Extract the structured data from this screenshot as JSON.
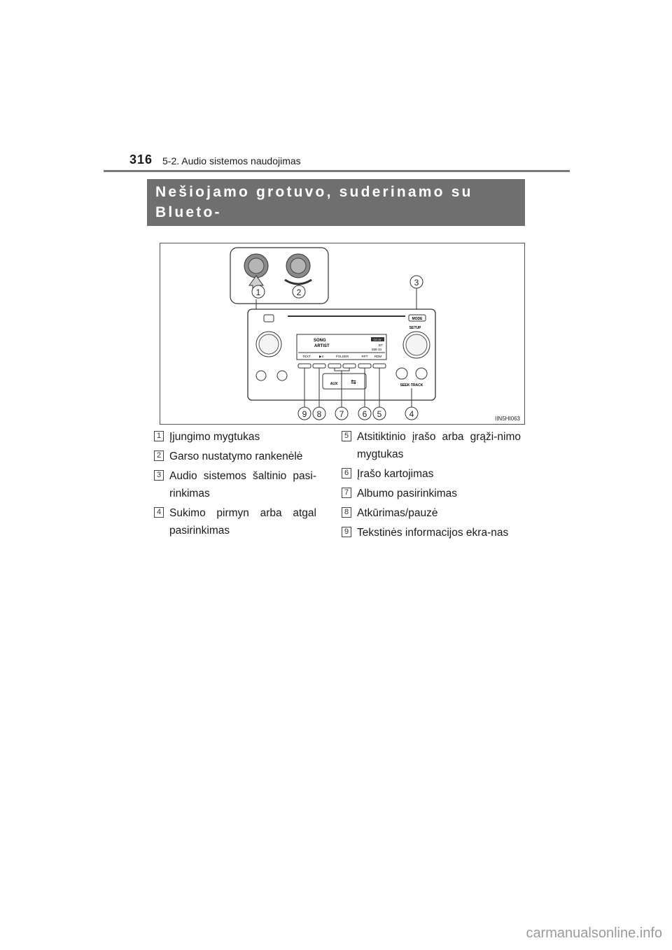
{
  "header": {
    "page_number": "316",
    "section": "5-2. Audio sistemos naudojimas"
  },
  "banner": {
    "title_part1": "Nešiojamo grotuvo, suderinamo su Blueto-",
    "title_part2": "oth",
    "title_sup": "®",
    "title_part3": ", valdymas"
  },
  "figure": {
    "code": "IIN5HI063",
    "callouts": [
      "1",
      "2",
      "3",
      "4",
      "5",
      "6",
      "7",
      "8",
      "9"
    ],
    "labels": {
      "mode": "MODE",
      "setup": "SETUP",
      "aux": "AUX",
      "seek_track": "SEEK·TRACK",
      "song": "SONG",
      "artist": "ARTIST",
      "text": "TEXT",
      "play_pause": "▶II",
      "folder": "FOLDER",
      "rpt": "RPT",
      "rdm": "RDM",
      "time": "558·33",
      "cd_in": "CD IN",
      "bt": "BT"
    }
  },
  "items_left": [
    {
      "num": "1",
      "text": "Įjungimo mygtukas"
    },
    {
      "num": "2",
      "text": "Garso nustatymo rankenėlė"
    },
    {
      "num": "3",
      "text": "Audio sistemos šaltinio pasi-rinkimas"
    },
    {
      "num": "4",
      "text": "Sukimo pirmyn arba atgal pasirinkimas"
    }
  ],
  "items_right": [
    {
      "num": "5",
      "text": "Atsitiktinio įrašo arba grąži-nimo mygtukas"
    },
    {
      "num": "6",
      "text": "Įrašo kartojimas"
    },
    {
      "num": "7",
      "text": "Albumo pasirinkimas"
    },
    {
      "num": "8",
      "text": "Atkūrimas/pauzė"
    },
    {
      "num": "9",
      "text": "Tekstinės informacijos ekra-nas"
    }
  ],
  "watermark": "carmanualsonline.info"
}
